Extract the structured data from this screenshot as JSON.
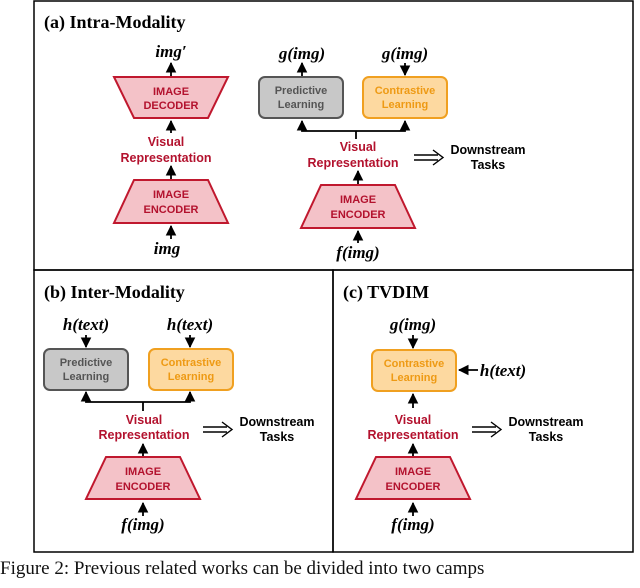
{
  "panels": {
    "a": {
      "title": "(a) Intra-Modality"
    },
    "b": {
      "title": "(b) Inter-Modality"
    },
    "c": {
      "title": "(c) TVDIM"
    }
  },
  "blocks": {
    "image_decoder": [
      "IMAGE",
      "DECODER"
    ],
    "image_encoder": [
      "IMAGE",
      "ENCODER"
    ],
    "predictive_learning": [
      "Predictive",
      "Learning"
    ],
    "contrastive_learning": [
      "Contrastive",
      "Learning"
    ],
    "visual_representation": [
      "Visual",
      "Representation"
    ],
    "downstream_tasks": [
      "Downstream",
      "Tasks"
    ]
  },
  "math_labels": {
    "img": "img",
    "img_prime": "img′",
    "g_img": "g(img)",
    "f_img": "f(img)",
    "h_text": "h(text)"
  },
  "caption": "Figure 2: Previous related works can be divided into two camps",
  "colors": {
    "encoder_fill": "#f4c2c8",
    "encoder_stroke": "#c0182e",
    "accent_red": "#b3122e",
    "predictive_fill": "#c8c8c8",
    "predictive_stroke": "#555555",
    "contrastive_fill": "#fdd9a0",
    "contrastive_stroke": "#f0a020",
    "contrastive_text": "#ee9a14"
  }
}
